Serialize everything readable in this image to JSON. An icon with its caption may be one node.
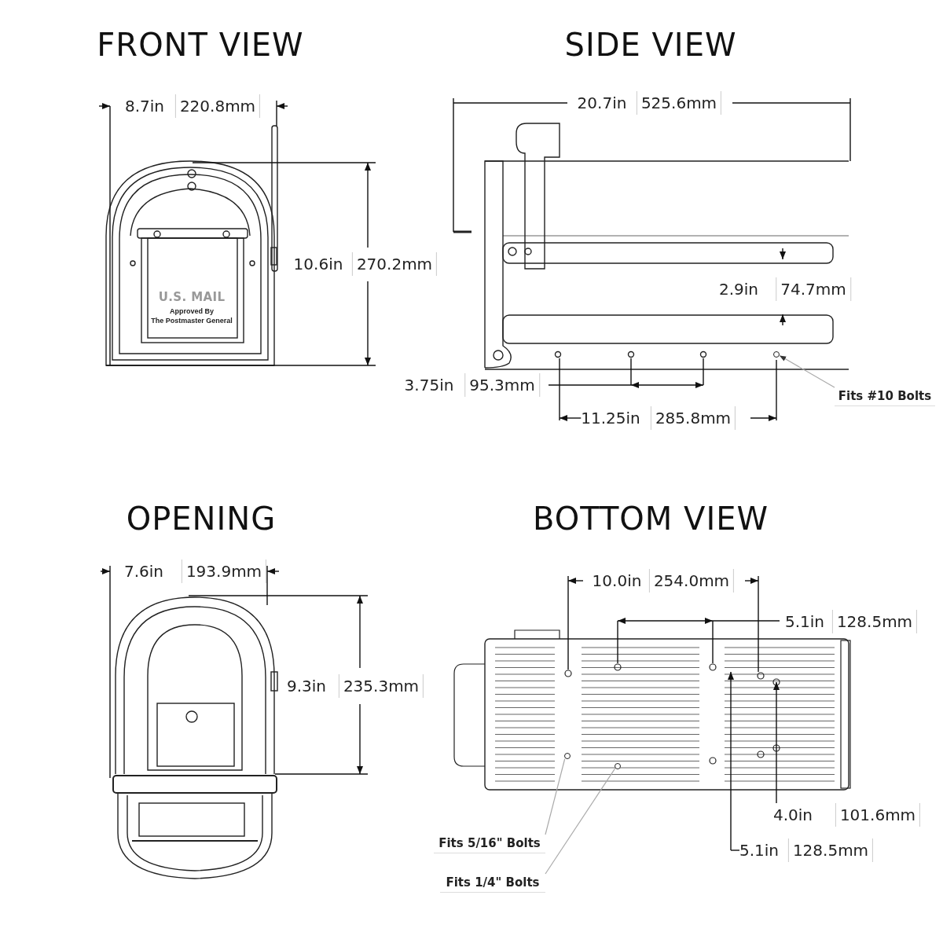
{
  "diagram": {
    "nodes": [
      {
        "text": [
          "Fits #10 Bolts"
        ]
      },
      {
        "text": [],
        "shape": "circle"
      },
      {
        "text": [
          "Fits 5/16\" Bolts"
        ]
      },
      {
        "text": [],
        "shape": "circle"
      },
      {
        "text": [
          "Fits 1/4\" Bolts"
        ]
      },
      {
        "text": [],
        "shape": "circle"
      }
    ],
    "edges": [
      {
        "from": 0,
        "to": 1,
        "arrow": "to"
      },
      {
        "from": 2,
        "to": 3,
        "arrow": "none"
      },
      {
        "from": 4,
        "to": 5,
        "arrow": "none"
      }
    ],
    "labels": [
      "FRONT VIEW",
      "SIDE VIEW",
      "8.7in",
      "220.8mm",
      "20.7in",
      "525.6mm",
      "10.6in",
      "270.2mm",
      "U.S. MAIL",
      "Approved By",
      "The Postmaster General",
      "2.9in",
      "74.7mm",
      "3.75in",
      "95.3mm",
      "11.25in",
      "285.8mm",
      "OPENING",
      "BOTTOM VIEW",
      "7.6in",
      "193.9mm",
      "10.0in",
      "254.0mm",
      "5.1in",
      "128.5mm",
      "9.3in",
      "235.3mm",
      "4.0in",
      "101.6mm",
      "5.1in",
      "128.5mm"
    ]
  }
}
